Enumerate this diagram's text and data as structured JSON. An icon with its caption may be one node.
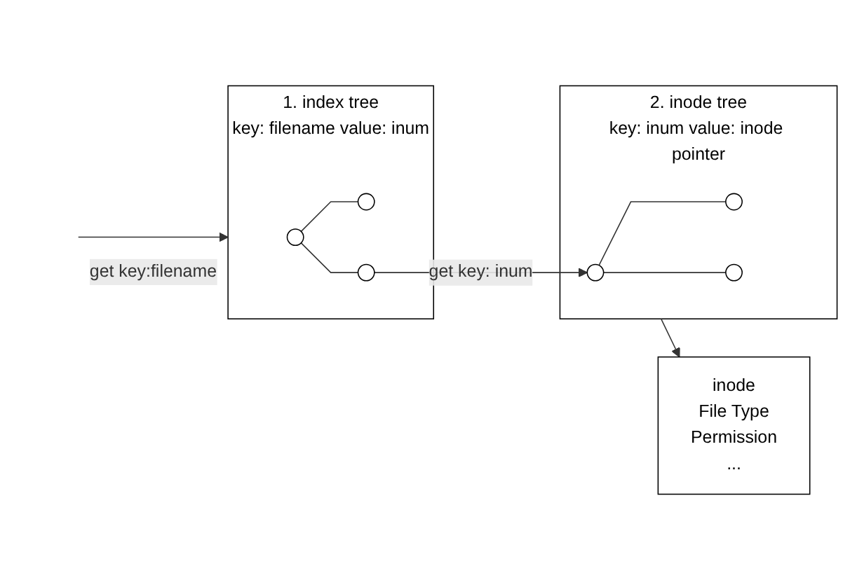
{
  "diagram": {
    "nodes": [
      {
        "text": [
          "1. index tree",
          "key: filename value: inum"
        ]
      },
      {
        "text": [],
        "shape": "circle",
        "in": 0
      },
      {
        "text": [],
        "shape": "circle",
        "in": 0
      },
      {
        "text": [],
        "shape": "circle",
        "in": 0
      },
      {
        "text": [
          "2. inode tree",
          "key: inum value: inode pointer"
        ]
      },
      {
        "text": [],
        "shape": "circle",
        "in": 4
      },
      {
        "text": [],
        "shape": "circle",
        "in": 4
      },
      {
        "text": [],
        "shape": "circle",
        "in": 4
      },
      {
        "text": [
          "inode",
          "File Type",
          "Permission",
          "..."
        ]
      }
    ],
    "edges": [
      {
        "from": null,
        "to": 0,
        "arrow": "to",
        "label": "get key:filename"
      },
      {
        "from": 1,
        "to": 2,
        "arrow": "none"
      },
      {
        "from": 1,
        "to": 3,
        "arrow": "none"
      },
      {
        "from": 3,
        "to": 5,
        "arrow": "to",
        "label": "get key: inum"
      },
      {
        "from": 5,
        "to": 6,
        "arrow": "none"
      },
      {
        "from": 5,
        "to": 7,
        "arrow": "none"
      },
      {
        "from": 4,
        "to": 8,
        "arrow": "to"
      }
    ]
  }
}
